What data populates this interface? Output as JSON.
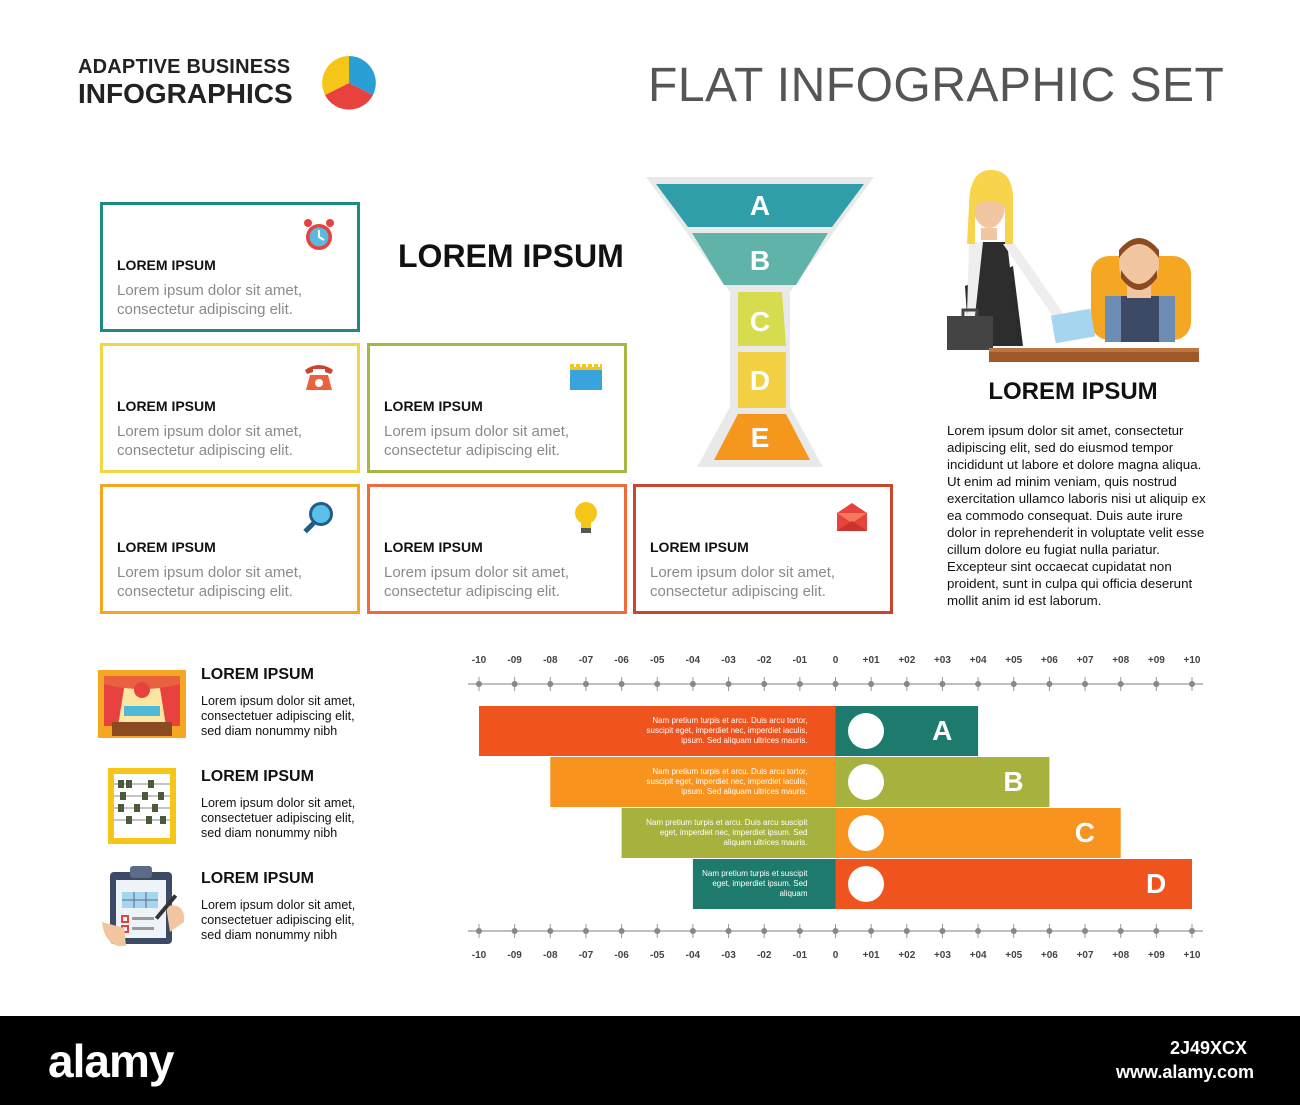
{
  "header": {
    "brand_line1": "ADAPTIVE BUSINESS",
    "brand_line2": "INFOGRAPHICS",
    "title": "FLAT INFOGRAPHIC SET",
    "pie_colors": [
      "#2a9fd6",
      "#f5c518",
      "#e8423f"
    ]
  },
  "cards": [
    {
      "title": "LOREM IPSUM",
      "body": "Lorem ipsum dolor sit amet, consectetur adipiscing elit.",
      "icon": "alarm-clock-icon",
      "color": "#1f8a82"
    },
    {
      "title": "LOREM IPSUM",
      "body": "Lorem ipsum dolor sit amet, consectetur adipiscing elit.",
      "icon": "phone-icon",
      "color": "#f2d544"
    },
    {
      "title": "LOREM IPSUM",
      "body": "Lorem ipsum dolor sit amet, consectetur adipiscing elit.",
      "icon": "calendar-icon",
      "color": "#a9b545"
    },
    {
      "title": "LOREM IPSUM",
      "body": "Lorem ipsum dolor sit amet, consectetur adipiscing elit.",
      "icon": "magnifier-icon",
      "color": "#f5a623"
    },
    {
      "title": "LOREM IPSUM",
      "body": "Lorem ipsum dolor sit amet, consectetur adipiscing elit.",
      "icon": "light-bulb-icon",
      "color": "#f06a3a"
    },
    {
      "title": "LOREM IPSUM",
      "body": "Lorem ipsum dolor sit amet, consectetur adipiscing elit.",
      "icon": "envelope-icon",
      "color": "#c9462c"
    }
  ],
  "mid_heading": "LOREM IPSUM",
  "funnel": {
    "letters": [
      "A",
      "B",
      "C",
      "D",
      "E"
    ],
    "colors": [
      "#2f9ea8",
      "#5fb3a8",
      "#d7dc4e",
      "#f3d043",
      "#f5961d"
    ]
  },
  "right_panel": {
    "heading": "LOREM IPSUM",
    "body": "Lorem ipsum dolor sit amet, consectetur adipiscing elit, sed do eiusmod tempor incididunt ut labore et dolore magna aliqua. Ut enim ad minim veniam, quis nostrud exercitation ullamco laboris nisi ut aliquip ex ea commodo consequat. Duis aute irure dolor in reprehenderit in voluptate velit esse cillum dolore eu fugiat nulla pariatur. Excepteur sint occaecat cupidatat non proident, sunt in culpa qui officia deserunt mollit anim id est laborum."
  },
  "list": [
    {
      "title": "LOREM IPSUM",
      "body": "Lorem ipsum dolor sit amet, consectetuer adipiscing elit, sed diam nonummy nibh",
      "icon": "theater-stage-icon"
    },
    {
      "title": "LOREM IPSUM",
      "body": "Lorem ipsum dolor sit amet, consectetuer adipiscing elit, sed diam nonummy nibh",
      "icon": "abacus-icon"
    },
    {
      "title": "LOREM IPSUM",
      "body": "Lorem ipsum dolor sit amet, consectetuer adipiscing elit, sed diam nonummy nibh",
      "icon": "clipboard-icon"
    }
  ],
  "chart_data": {
    "type": "bar",
    "ticks": [
      "-10",
      "-09",
      "-08",
      "-07",
      "-06",
      "-05",
      "-04",
      "-03",
      "-02",
      "-01",
      "0",
      "+01",
      "+02",
      "+03",
      "+04",
      "+05",
      "+06",
      "+07",
      "+08",
      "+09",
      "+10"
    ],
    "xlim": [
      -10,
      10
    ],
    "series": [
      {
        "letter": "A",
        "neg": -10,
        "pos": 4,
        "neg_color": "#f0541e",
        "pos_color": "#1d7a6c",
        "text": "Nam pretium turpis et arcu. Duis arcu tortor, suscipit eget, imperdiet nec, imperdiet iaculis, ipsum. Sed aliquam ultrices mauris.",
        "icon": "calendar-icon"
      },
      {
        "letter": "B",
        "neg": -8,
        "pos": 6,
        "neg_color": "#f7931e",
        "pos_color": "#a6b23d",
        "text": "Nam pretium turpis et arcu. Duis arcu tortor, suscipit eget, imperdiet nec, imperdiet iaculis, ipsum. Sed aliquam ultrices mauris.",
        "icon": "magnifier-icon"
      },
      {
        "letter": "C",
        "neg": -6,
        "pos": 8,
        "neg_color": "#a6b23d",
        "pos_color": "#f7931e",
        "text": "Nam pretium turpis et arcu. Duis arcu suscipit eget, imperdiet nec, imperdiet ipsum. Sed aliquam ultrices mauris.",
        "icon": "light-bulb-icon"
      },
      {
        "letter": "D",
        "neg": -4,
        "pos": 10,
        "neg_color": "#1d7a6c",
        "pos_color": "#f0541e",
        "text": "Nam pretium turpis et suscipit eget, imperdiet ipsum. Sed aliquam",
        "icon": "envelope-icon"
      }
    ]
  },
  "footer": {
    "logo": "alamy",
    "image_id": "2J49XCX",
    "url": "www.alamy.com"
  }
}
